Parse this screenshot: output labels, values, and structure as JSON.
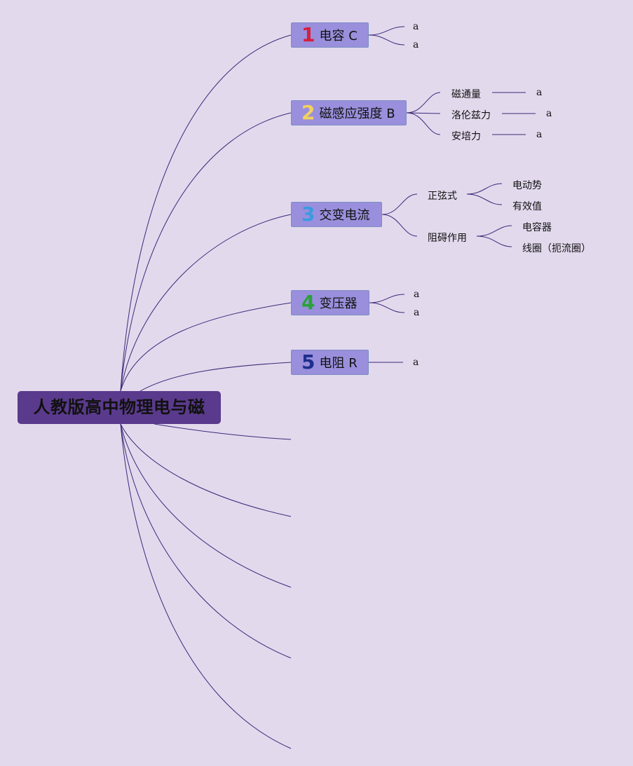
{
  "root": {
    "title": "人教版高中物理电与磁"
  },
  "topics": [
    {
      "num": "1",
      "num_color": "#d61f3c",
      "label": "电容 C"
    },
    {
      "num": "2",
      "num_color": "#f2d25c",
      "label": "磁感应强度 B"
    },
    {
      "num": "3",
      "num_color": "#3b9be0",
      "label": "交变电流"
    },
    {
      "num": "4",
      "num_color": "#28a33a",
      "label": "变压器"
    },
    {
      "num": "5",
      "num_color": "#1f2f8c",
      "label": "电阻 R"
    }
  ],
  "t1": {
    "leaves": [
      "a",
      "a"
    ]
  },
  "t2": {
    "items": [
      "磁通量",
      "洛伦兹力",
      "安培力"
    ],
    "leaves": [
      "a",
      "a",
      "a"
    ]
  },
  "t3": {
    "sub1": {
      "label": "正弦式",
      "children": [
        "电动势",
        "有效值"
      ]
    },
    "sub2": {
      "label": "阻碍作用",
      "children": [
        "电容器",
        "线圈（扼流圈）"
      ]
    }
  },
  "t4": {
    "leaves": [
      "a",
      "a"
    ]
  },
  "t5": {
    "leaves": [
      "a"
    ]
  }
}
